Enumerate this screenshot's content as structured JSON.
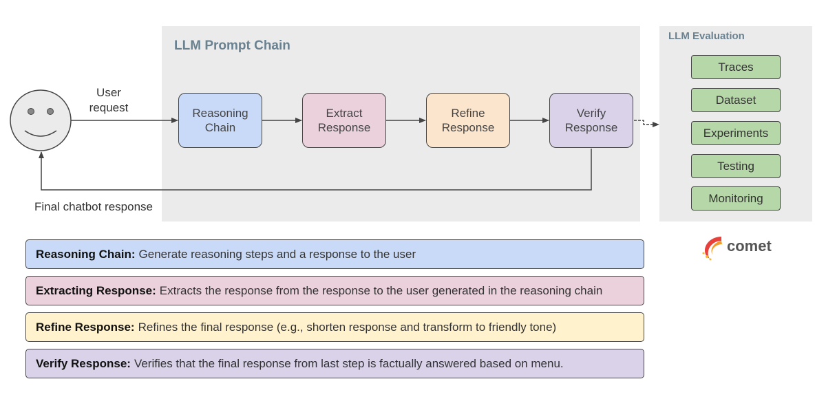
{
  "chain": {
    "title": "LLM Prompt Chain",
    "steps": [
      {
        "label": "Reasoning\nChain"
      },
      {
        "label": "Extract\nResponse"
      },
      {
        "label": "Refine\nResponse"
      },
      {
        "label": "Verify\nResponse"
      }
    ]
  },
  "evaluation": {
    "title": "LLM Evaluation",
    "items": [
      "Traces",
      "Dataset",
      "Experiments",
      "Testing",
      "Monitoring"
    ]
  },
  "labels": {
    "user_request": "User\nrequest",
    "final_response": "Final chatbot response"
  },
  "descriptions": [
    {
      "term": "Reasoning Chain:",
      "text": "Generate reasoning steps and a response to the user"
    },
    {
      "term": "Extracting Response:",
      "text": "Extracts the response from the response to the user generated in the reasoning chain"
    },
    {
      "term": "Refine Response:",
      "text": "Refines the final response (e.g., shorten response and transform to friendly tone)"
    },
    {
      "term": "Verify Response:",
      "text": "Verifies that the final response from last step is factually answered based on menu."
    }
  ],
  "brand": {
    "name": "comet"
  },
  "colors": {
    "reasoning": "#c9daf8",
    "extract": "#ead1dc",
    "refine": "#fce5cd",
    "refine_desc": "#fff2cc",
    "verify": "#d9d2e9",
    "evaluation_item": "#b6d7a8",
    "panel": "#ebebeb",
    "panel_title": "#6a8190"
  }
}
